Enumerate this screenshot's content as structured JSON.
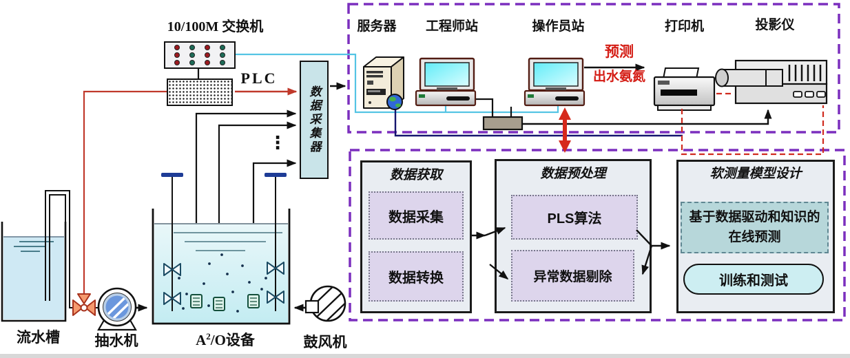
{
  "network": {
    "switch_label": "10/100M 交换机",
    "plc_label": "PLC",
    "collector_label": "数据采集器",
    "more_signals_ellipsis": "⋮"
  },
  "monitoring": {
    "server_label": "服务器",
    "engineer_label": "工程师站",
    "operator_label": "操作员站",
    "printer_label": "打印机",
    "projector_label": "投影仪",
    "prediction_label_line1": "预测",
    "prediction_label_line2": "出水氨氮"
  },
  "process": {
    "flow_tank_label": "流水槽",
    "pump_label": "抽水机",
    "a2o_label_prefix": "A",
    "a2o_label_sup": "2",
    "a2o_label_suffix": "/O设备",
    "blower_label": "鼓风机"
  },
  "software": {
    "acquisition": {
      "title": "数据获取",
      "items": [
        "数据采集",
        "数据转换"
      ]
    },
    "preprocessing": {
      "title": "数据预处理",
      "items": [
        "PLS算法",
        "异常数据剔除"
      ]
    },
    "modeling": {
      "title": "软测量模型设计",
      "online_prediction": "基于数据驱动和知识的在线预测",
      "train_test": "训练和测试"
    }
  },
  "colors": {
    "dashed_frame_purple": "#7b2fbe",
    "dashed_feedback_red": "#d02a1e",
    "signal_red": "#c0392b",
    "ethernet_cyan": "#54c4e4",
    "server_link_navy": "#15156e",
    "collector_fill": "#c9e4e9",
    "software_box_fill": "#e9edf2",
    "inner_box_lavender": "#ddd5ec",
    "inner_box_teal": "#b7d7da",
    "pill_fill": "#cdeef2",
    "water_blue": "#cfe9f4",
    "screen_cyan": "#62ecf8",
    "led_red": "#9c1a20",
    "led_green": "#1d6b57"
  }
}
